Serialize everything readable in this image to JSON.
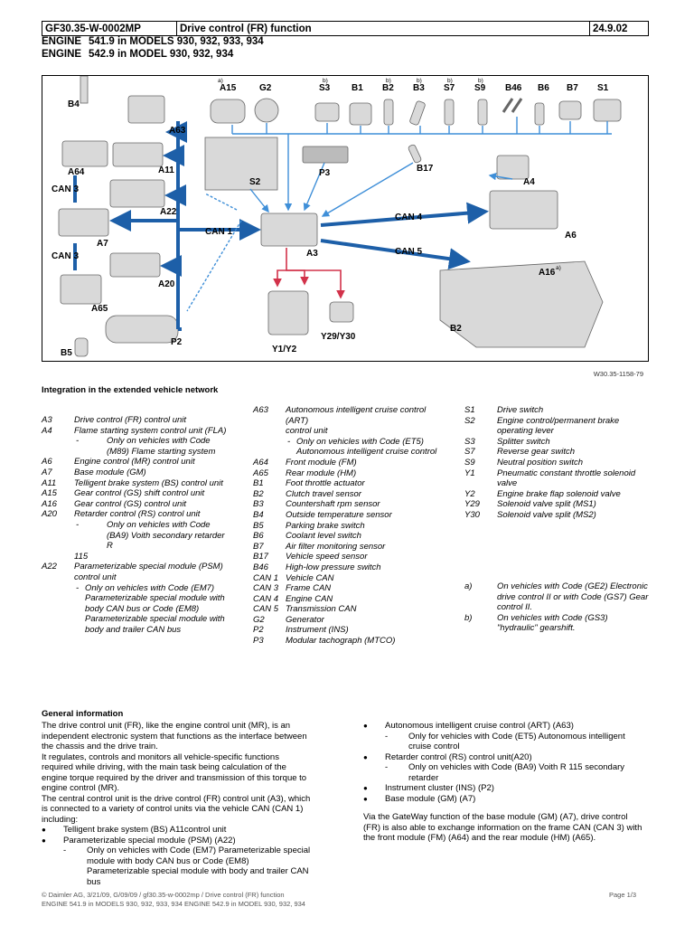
{
  "header": {
    "doc_id": "GF30.35-W-0002MP",
    "title": "Drive control (FR) function",
    "date": "24.9.02",
    "engine_line_1_label": "ENGINE",
    "engine_line_1_text": "541.9 in MODELS 930, 932, 933, 934",
    "engine_line_2_label": "ENGINE",
    "engine_line_2_text": "542.9 in MODEL 930, 932, 934"
  },
  "diagram": {
    "labels": {
      "B4": "B4",
      "A63": "A63",
      "A64": "A64",
      "A11": "A11",
      "CAN3a": "CAN 3",
      "A22": "A22",
      "A7": "A7",
      "CAN3b": "CAN 3",
      "A20": "A20",
      "A65": "A65",
      "B5": "B5",
      "P2": "P2",
      "CAN1": "CAN 1",
      "S2": "S2",
      "P3": "P3",
      "B17": "B17",
      "A3": "A3",
      "A4": "A4",
      "CAN4": "CAN 4",
      "A6": "A6",
      "CAN5": "CAN 5",
      "A16": "A16",
      "A16_sup": "a)",
      "B2": "B2",
      "Y1Y2": "Y1/Y2",
      "Y29Y30": "Y29/Y30",
      "A15": "A15",
      "A15_sup": "a)",
      "G2": "G2",
      "S3": "S3",
      "S3_sup": "b)",
      "B1": "B1",
      "B2top": "B2",
      "B2top_sup": "b)",
      "B3": "B3",
      "B3_sup": "b)",
      "S7": "S7",
      "S7_sup": "b)",
      "S9": "S9",
      "S9_sup": "b)",
      "B46": "B46",
      "B6": "B6",
      "B7": "B7",
      "S1": "S1"
    },
    "colors": {
      "can_bus": "#1d5fa8",
      "hydraulic": "#d2324a",
      "sensor_line": "#3f8fd8"
    },
    "figure_id": "W30.35-1158-79"
  },
  "legend": {
    "title": "Integration in the extended vehicle network",
    "col1": [
      {
        "code": "A3",
        "desc": "Drive control (FR) control unit"
      },
      {
        "code": "A4",
        "desc": "Flame starting system control unit (FLA)"
      },
      {
        "sub": "-",
        "desc": "Only on vehicles with Code (M89) Flame starting system"
      },
      {
        "code": "A6",
        "desc": "Engine control (MR) control unit"
      },
      {
        "code": "A7",
        "desc": "Base module (GM)"
      },
      {
        "code": "A11",
        "desc": "Telligent brake system (BS) control unit"
      },
      {
        "code": "A15",
        "desc": "Gear control (GS) shift control unit"
      },
      {
        "code": "A16",
        "desc": "Gear control (GS) control unit"
      },
      {
        "code": "A20",
        "desc": "Retarder control (RS) control unit"
      },
      {
        "sub": "-",
        "desc": "Only on vehicles with Code (BA9) Voith secondary retarder R"
      },
      {
        "code": "",
        "desc": "115"
      },
      {
        "code": "A22",
        "desc": "Parameterizable special module (PSM) control unit"
      },
      {
        "sub2": "-",
        "desc": "Only on vehicles with Code (EM7) Parameterizable special module with body CAN bus or Code (EM8) Parameterizable special module with body and trailer CAN bus"
      }
    ],
    "col2": [
      {
        "code": "A63",
        "desc": "Autonomous intelligent cruise control (ART)"
      },
      {
        "code": "",
        "desc": "control unit"
      },
      {
        "sub2": "-",
        "desc": "Only on vehicles with Code (ET5) Autonomous intelligent cruise control"
      },
      {
        "code": "A64",
        "desc": "Front module (FM)"
      },
      {
        "code": "A65",
        "desc": "Rear module (HM)"
      },
      {
        "code": "B1",
        "desc": "Foot throttle actuator"
      },
      {
        "code": "B2",
        "desc": "Clutch travel sensor"
      },
      {
        "code": "B3",
        "desc": "Countershaft rpm sensor"
      },
      {
        "code": "B4",
        "desc": "Outside temperature sensor"
      },
      {
        "code": "B5",
        "desc": "Parking brake switch"
      },
      {
        "code": "B6",
        "desc": "Coolant level switch"
      },
      {
        "code": "B7",
        "desc": "Air filter monitoring sensor"
      },
      {
        "code": "B17",
        "desc": "Vehicle speed sensor"
      },
      {
        "code": "B46",
        "desc": "High-low pressure switch"
      },
      {
        "code": "CAN 1",
        "desc": "Vehicle CAN"
      },
      {
        "code": "CAN 3",
        "desc": "Frame CAN"
      },
      {
        "code": "CAN 4",
        "desc": "Engine CAN"
      },
      {
        "code": "CAN 5",
        "desc": "Transmission CAN"
      },
      {
        "code": "G2",
        "desc": "Generator"
      },
      {
        "code": "P2",
        "desc": "Instrument (INS)"
      },
      {
        "code": "P3",
        "desc": "Modular tachograph (MTCO)"
      }
    ],
    "col3": [
      {
        "code": "S1",
        "desc": "Drive switch"
      },
      {
        "code": "S2",
        "desc": "Engine control/permanent brake operating lever"
      },
      {
        "code": "S3",
        "desc": "Splitter switch"
      },
      {
        "code": "S7",
        "desc": "Reverse gear switch"
      },
      {
        "code": "S9",
        "desc": "Neutral position switch"
      },
      {
        "code": "Y1",
        "desc": "Pneumatic constant throttle solenoid valve"
      },
      {
        "code": "Y2",
        "desc": "Engine brake flap solenoid valve"
      },
      {
        "code": "Y29",
        "desc": "Solenoid valve split (MS1)"
      },
      {
        "code": "Y30",
        "desc": "Solenoid valve split (MS2)"
      }
    ],
    "notes": [
      {
        "code": "a)",
        "desc": "On vehicles with Code (GE2) Electronic drive control II or with Code (GS7) Gear control II."
      },
      {
        "code": "b)",
        "desc": "On vehicles with Code (GS3) \"hydraulic\" gearshift."
      }
    ]
  },
  "general": {
    "title": "General information",
    "p1": "The drive control unit (FR), like the engine control unit (MR), is an independent electronic system that functions as the interface between the chassis and the drive train.",
    "p2": "It regulates, controls and monitors all vehicle-specific functions required while driving, with the main task being calculation of the engine torque required by the driver and transmission of this torque to engine control (MR).",
    "p3": "The central control unit is the drive control (FR) control unit (A3), which is connected to a variety of control units via the vehicle CAN (CAN 1) including:",
    "left_bullets": [
      {
        "text": "Telligent brake system (BS) A11control unit"
      },
      {
        "text": "Parameterizable special module (PSM) (A22)",
        "sub": "Only on vehicles with Code (EM7) Parameterizable special module with body CAN bus or Code (EM8) Parameterizable special module with body and trailer CAN bus"
      }
    ],
    "right_bullets": [
      {
        "text": "Autonomous intelligent cruise control (ART) (A63)",
        "sub": "Only for vehicles with Code (ET5) Autonomous intelligent cruise control"
      },
      {
        "text": "Retarder control (RS) control unit(A20)",
        "sub": "Only on vehicles with Code (BA9) Voith R 115 secondary retarder"
      },
      {
        "text": "Instrument cluster (INS) (P2)"
      },
      {
        "text": "Base module (GM) (A7)"
      }
    ],
    "p4": "Via the GateWay function of the base module (GM) (A7), drive control (FR) is also able to exchange information on the frame CAN (CAN 3) with the front module (FM) (A64) and the rear module (HM) (A65)."
  },
  "footer": {
    "line1": "© Daimler AG, 3/21/09, G/09/09 / gf30.35-w-0002mp / Drive control (FR) function",
    "line2": "ENGINE 541.9 in MODELS 930, 932, 933, 934 ENGINE 542.9 in MODEL 930, 932, 934",
    "page": "Page 1/3"
  }
}
